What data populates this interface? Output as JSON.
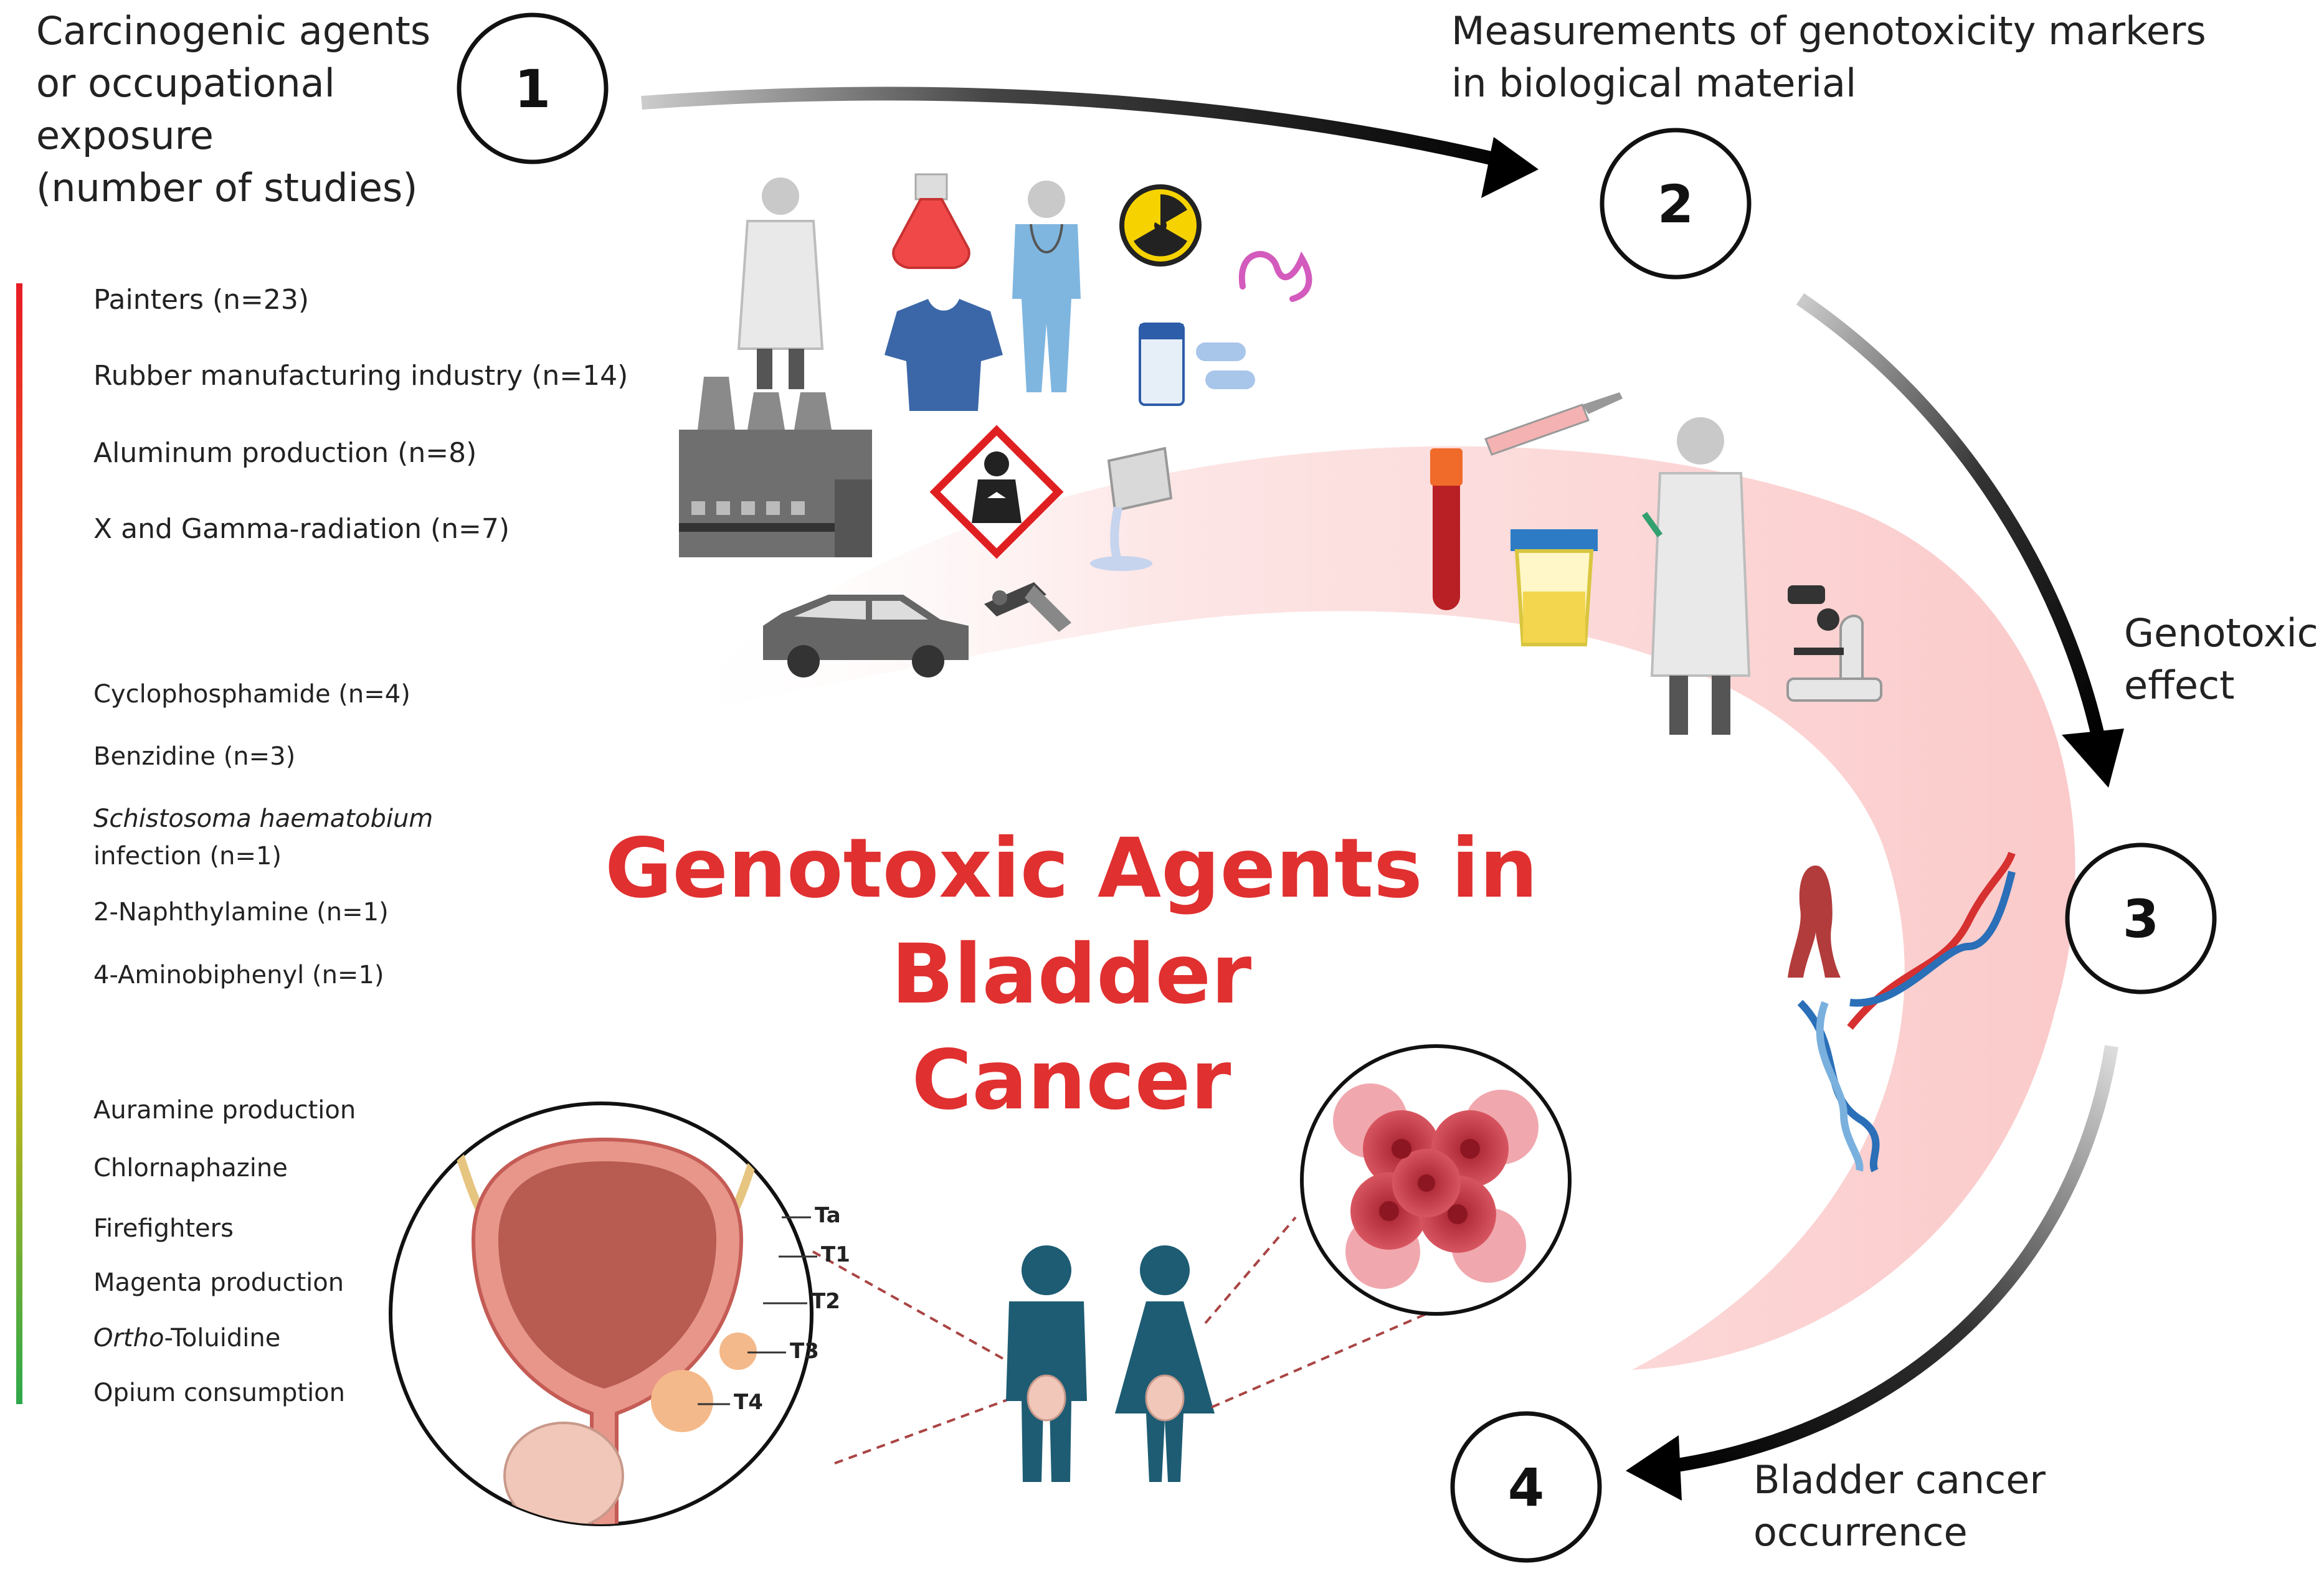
{
  "steps": [
    {
      "number": "1",
      "label_lines": [
        "Carcinogenic agents",
        "or occupational",
        "exposure",
        "(number of studies)"
      ]
    },
    {
      "number": "2",
      "label_lines": [
        "Measurements of genotoxicity markers",
        "in biological material"
      ]
    },
    {
      "number": "3",
      "label_lines": [
        "Genotoxic",
        "effect"
      ]
    },
    {
      "number": "4",
      "label_lines": [
        "Bladder cancer",
        "occurrence"
      ]
    }
  ],
  "agents_high": [
    "Painters (n=23)",
    "Rubber manufacturing industry  (n=14)",
    "Aluminum production  (n=8)",
    "X and Gamma-radiation (n=7)"
  ],
  "agents_mid": {
    "cyclophosphamide": "Cyclophosphamide (n=4)",
    "benzidine": "Benzidine (n=3)",
    "schistosoma_italic": "Schistosoma haematobium",
    "schistosoma_rest": "infection (n=1)",
    "naphthylamine": "2-Naphthylamine (n=1)",
    "aminobiphenyl": "4-Aminobiphenyl (n=1)"
  },
  "agents_low": {
    "auramine": "Auramine production",
    "chlornaphazine": "Chlornaphazine",
    "firefighters": "Firefighters",
    "magenta": "Magenta production",
    "ortho_italic": "Ortho",
    "ortho_rest": "-Toluidine",
    "opium": "Opium consumption"
  },
  "title": "Genotoxic Agents in Bladder Cancer",
  "title_lines": [
    "Genotoxic Agents in Bladder",
    "Cancer"
  ],
  "tumor_stages": [
    "Ta",
    "T1",
    "T2",
    "T3",
    "T4"
  ],
  "colors": {
    "title": "#e03030",
    "gradient_top": "#e81c24",
    "gradient_mid": "#f7a81b",
    "gradient_bottom": "#2ea84a",
    "swoosh": "#fbd3d3",
    "person": "#1d5c73",
    "bladder_wall": "#e8968a",
    "tumor": "#f4b98a",
    "cell": "#c93a45"
  },
  "icons": [
    "scientist-icon",
    "flask-icon",
    "doctor-icon",
    "radiation-icon",
    "worm-icon",
    "tshirt-icon",
    "pills-icon",
    "factory-icon",
    "health-hazard-icon",
    "paint-pour-icon",
    "car-icon",
    "airbrush-icon",
    "blood-tube-icon",
    "syringe-icon",
    "urine-cup-icon",
    "microscope-icon",
    "chromosome-icon",
    "dna-icon",
    "man-icon",
    "woman-icon",
    "bladder-icon",
    "cancer-cells-icon"
  ]
}
